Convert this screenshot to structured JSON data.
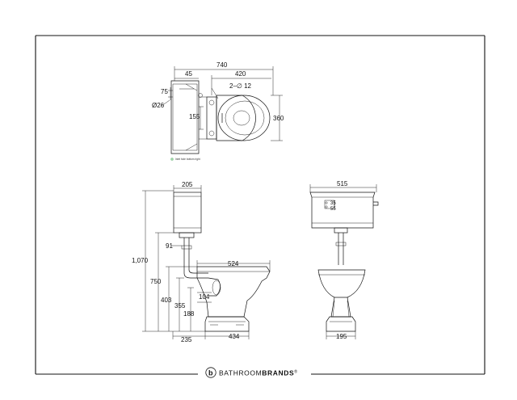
{
  "plan": {
    "overall_width": "740",
    "cistern_depth": "45",
    "seat_depth": "420",
    "hinge_bolts": "2–∅ 12",
    "inlet_height": "75",
    "inlet_diameter": "Ø26",
    "cistern_width": "155",
    "bowl_width": "360",
    "legend_note": "Inlet hole bottom right"
  },
  "side": {
    "cistern_depth": "205",
    "overall_height": "1,070",
    "flush_pipe_offset": "91",
    "bowl_length": "524",
    "cistern_base_height": "750",
    "rim_height": "403",
    "outlet_height": "355",
    "outlet_centre": "188",
    "outlet_diameter": "104",
    "pan_set_out": "235",
    "base_length": "434"
  },
  "front": {
    "cistern_width": "515",
    "lever_offset_a": "35",
    "lever_offset_b": "55",
    "pedestal_width": "195"
  },
  "footer": {
    "brand_left": "BATHROOM",
    "brand_right": "BRANDS",
    "brand_mark": "®",
    "logo_letter": "b"
  }
}
